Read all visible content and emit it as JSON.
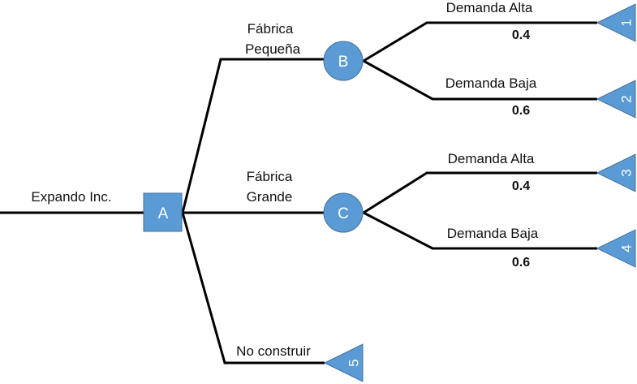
{
  "diagram": {
    "root_label": "Expando Inc.",
    "colors": {
      "node_fill": "#5b9bd5",
      "node_stroke": "#41719c",
      "edge": "#000000"
    },
    "decision_node": {
      "label": "A"
    },
    "chance_nodes": [
      {
        "label": "B",
        "branch_label_line1": "Fábrica",
        "branch_label_line2": "Pequeña"
      },
      {
        "label": "C",
        "branch_label_line1": "Fábrica",
        "branch_label_line2": "Grande"
      }
    ],
    "outcomes": [
      {
        "label": "Demanda Alta",
        "probability": "0.4",
        "leaf": "1"
      },
      {
        "label": "Demanda Baja",
        "probability": "0.6",
        "leaf": "2"
      },
      {
        "label": "Demanda Alta",
        "probability": "0.4",
        "leaf": "3"
      },
      {
        "label": "Demanda Baja",
        "probability": "0.6",
        "leaf": "4"
      }
    ],
    "no_build": {
      "label": "No construir",
      "leaf": "5"
    }
  }
}
